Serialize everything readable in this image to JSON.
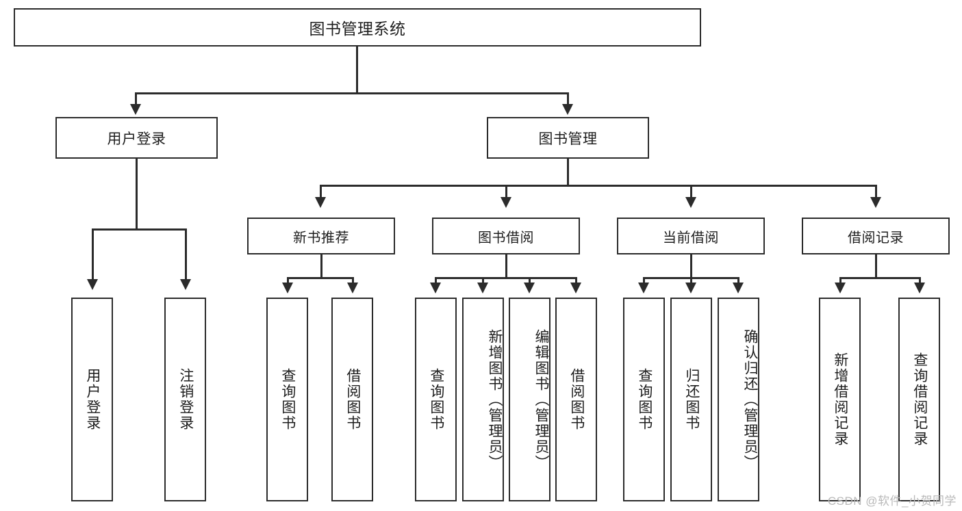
{
  "diagram": {
    "type": "tree",
    "title": "图书管理系统",
    "watermark": "CSDN @软件_小贺同学",
    "colors": {
      "stroke": "#2b2b2b",
      "fill": "#ffffff",
      "text": "#1d1d1d",
      "watermark": "#b9b9b9"
    },
    "root": {
      "label": "图书管理系统"
    },
    "level2": [
      {
        "label": "用户登录"
      },
      {
        "label": "图书管理"
      }
    ],
    "level3": [
      {
        "label": "新书推荐"
      },
      {
        "label": "图书借阅"
      },
      {
        "label": "当前借阅"
      },
      {
        "label": "借阅记录"
      }
    ],
    "leaves": {
      "user_login": [
        {
          "label": "用户登录"
        },
        {
          "label": "注销登录"
        }
      ],
      "new_book": [
        {
          "label": "查询图书"
        },
        {
          "label": "借阅图书"
        }
      ],
      "book_borrow": [
        {
          "label": "查询图书"
        },
        {
          "label": "新增图书（管理员）"
        },
        {
          "label": "编辑图书（管理员）"
        },
        {
          "label": "借阅图书"
        }
      ],
      "current_borrow": [
        {
          "label": "查询图书"
        },
        {
          "label": "归还图书"
        },
        {
          "label": "确认归还（管理员）"
        }
      ],
      "borrow_record": [
        {
          "label": "新增借阅记录"
        },
        {
          "label": "查询借阅记录"
        }
      ]
    }
  }
}
